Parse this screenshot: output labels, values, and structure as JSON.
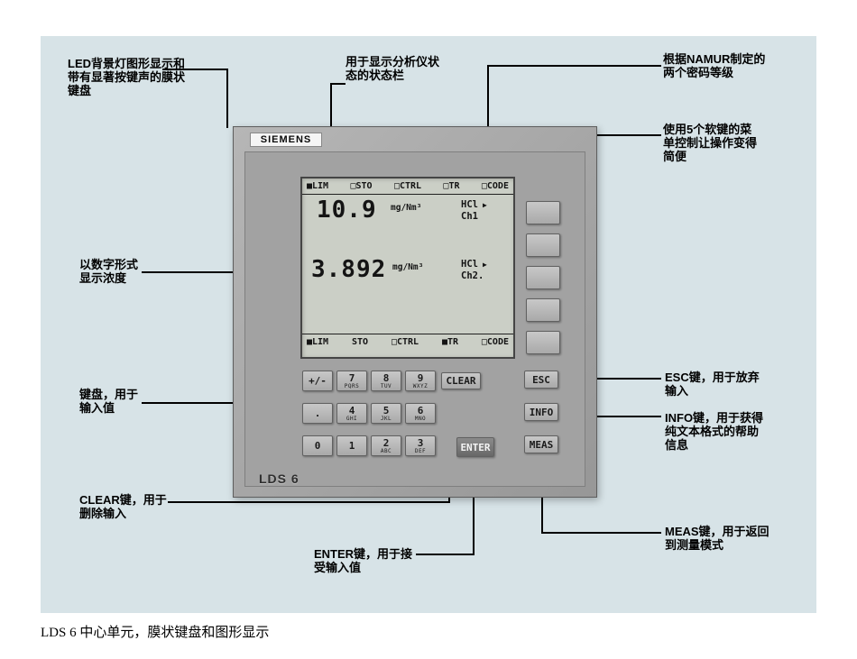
{
  "figure": {
    "caption": "LDS 6 中心单元，膜状键盘和图形显示"
  },
  "annotations": {
    "led_display": "LED背景灯图形显示和\n带有显著按键声的膜状\n键盘",
    "status_bar": "用于显示分析仪状\n态的状态栏",
    "namur": "根据NAMUR制定的\n两个密码等级",
    "softkeys": "使用5个软键的菜\n单控制让操作变得\n简便",
    "digital_value": "以数字形式\n显示浓度",
    "keypad": "键盘，用于\n输入值",
    "esc_key": "ESC键，用于放弃\n输入",
    "info_key": "INFO键，用于获得\n纯文本格式的帮助\n信息",
    "clear_key": "CLEAR键，用于\n删除输入",
    "enter_key": "ENTER键，用于接\n受输入值",
    "meas_key": "MEAS键，用于返回\n到测量模式"
  },
  "device": {
    "brand": "SIEMENS",
    "model": "LDS 6",
    "display": {
      "status_top": [
        "■LIM",
        "□STO",
        "□CTRL",
        "□TR",
        "□CODE"
      ],
      "status_bottom": [
        "■LIM",
        "STO",
        "□CTRL",
        "■TR",
        "□CODE"
      ],
      "readings": [
        {
          "value": "10.9",
          "unit": "mg/Nm³",
          "gas": "HCl",
          "pointer": "▶",
          "channel": "Ch1"
        },
        {
          "value": "3.892",
          "unit": "mg/Nm³",
          "gas": "HCl",
          "pointer": "▶",
          "channel": "Ch2."
        }
      ]
    },
    "keys": {
      "grid": [
        {
          "label": "+/-",
          "sub": ""
        },
        {
          "label": "7",
          "sub": "PQRS"
        },
        {
          "label": "8",
          "sub": "TUV"
        },
        {
          "label": "9",
          "sub": "WXYZ"
        },
        {
          "label": ".",
          "sub": ""
        },
        {
          "label": "4",
          "sub": "GHI"
        },
        {
          "label": "5",
          "sub": "JKL"
        },
        {
          "label": "6",
          "sub": "MNO"
        },
        {
          "label": "0",
          "sub": ""
        },
        {
          "label": "1",
          "sub": ""
        },
        {
          "label": "2",
          "sub": "ABC"
        },
        {
          "label": "3",
          "sub": "DEF"
        }
      ],
      "clear": "CLEAR",
      "enter": "ENTER",
      "side": [
        "ESC",
        "INFO",
        "MEAS"
      ]
    }
  }
}
